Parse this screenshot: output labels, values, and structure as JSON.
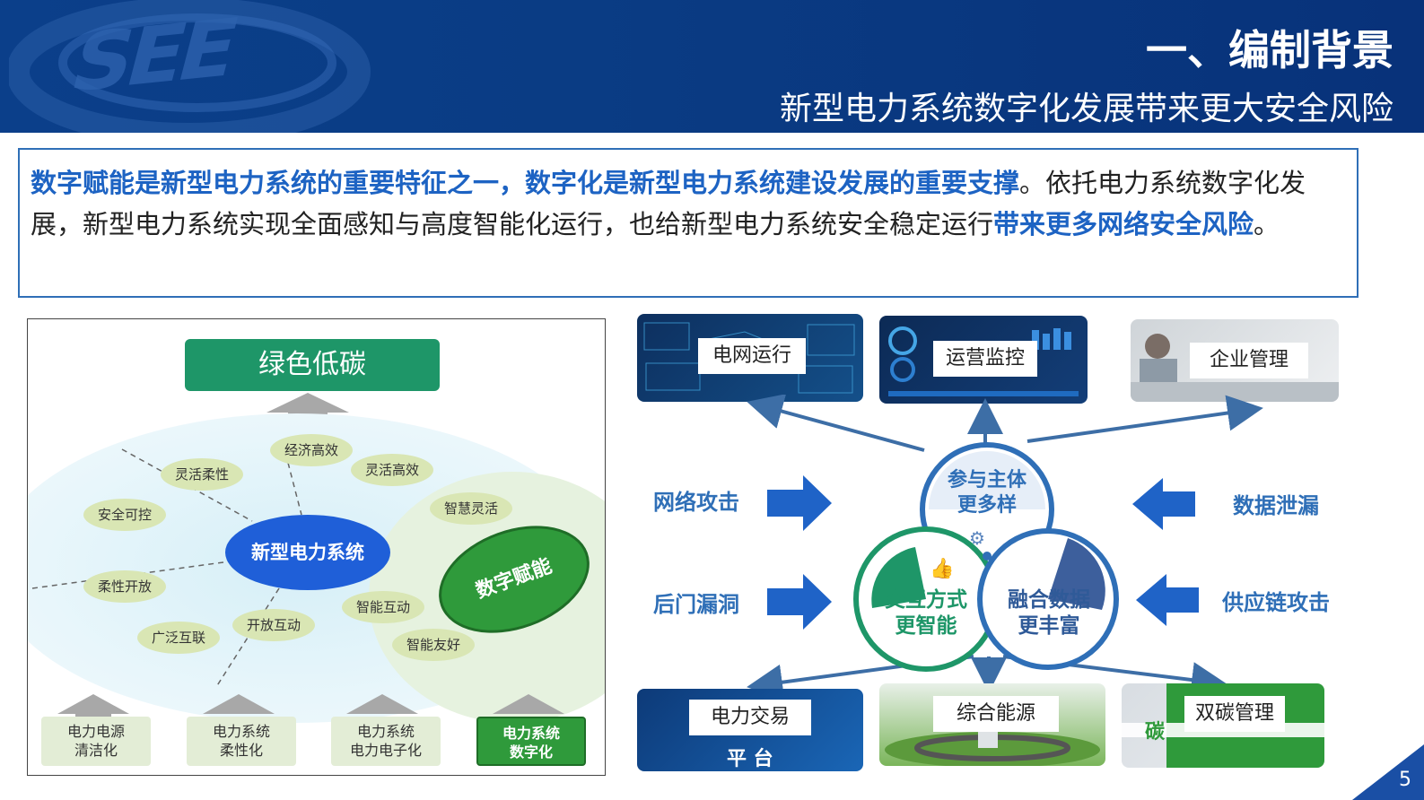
{
  "header": {
    "logo_text": "SEE",
    "title": "一、编制背景",
    "subtitle": "新型电力系统数字化发展带来更大安全风险"
  },
  "intro": {
    "hl1": "数字赋能是新型电力系统的重要特征之一，数字化是新型电力系统建设发展的重要支撑",
    "t1": "。依托电力系统数字化发展，新型电力系统实现全面感知与高度智能化运行，也给新型电力系统安全稳定运行",
    "hl2": "带来更多网络安全风险",
    "t2": "。"
  },
  "left": {
    "top_label": "绿色低碳",
    "core_label": "新型电力系统",
    "digital_label": "数字赋能",
    "pills": [
      "经济高效",
      "灵活柔性",
      "灵活高效",
      "安全可控",
      "智慧灵活",
      "柔性开放",
      "智能互动",
      "开放互动",
      "广泛互联",
      "智能友好"
    ],
    "bottom": [
      {
        "line1": "电力电源",
        "line2": "清洁化"
      },
      {
        "line1": "电力系统",
        "line2": "柔性化"
      },
      {
        "line1": "电力系统",
        "line2": "电力电子化"
      },
      {
        "line1": "电力系统",
        "line2": "数字化"
      }
    ]
  },
  "right": {
    "tiles_top": [
      "电网运行",
      "运营监控",
      "企业管理"
    ],
    "tiles_bottom": [
      "电力交易",
      "综合能源",
      "双碳管理"
    ],
    "tile_bottom_sub1": "平 台",
    "tile_bottom_sub3": "碳",
    "threats_left": [
      "网络攻击",
      "后门漏洞"
    ],
    "threats_right": [
      "数据泄漏",
      "供应链攻击"
    ],
    "center": {
      "top": {
        "l1": "参与主体",
        "l2": "更多样"
      },
      "left": {
        "l1": "交互方式",
        "l2": "更智能"
      },
      "right": {
        "l1": "融合数据",
        "l2": "更丰富"
      }
    }
  },
  "page_number": "5",
  "colors": {
    "header_blue": "#0b3f8a",
    "accent_blue": "#1d63c3",
    "green": "#1e9668",
    "core_blue": "#1f5fd8"
  }
}
